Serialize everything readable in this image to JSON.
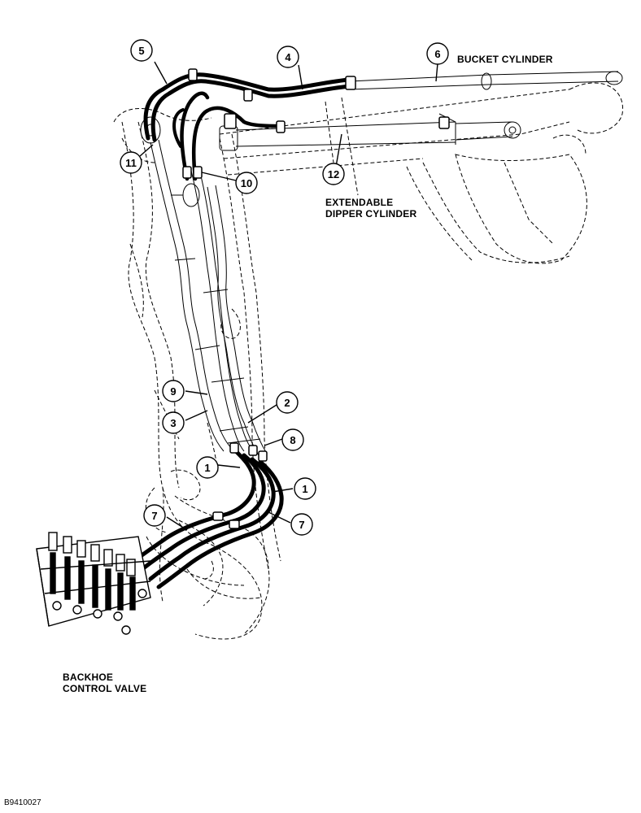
{
  "labels": {
    "bucket_cylinder": "BUCKET CYLINDER",
    "extendable_line1": "EXTENDABLE",
    "extendable_line2": "DIPPER CYLINDER",
    "control_line1": "BACKHOE",
    "control_line2": "CONTROL VALVE"
  },
  "figure_id": "B9410027",
  "callouts": [
    "1",
    "1",
    "2",
    "3",
    "4",
    "5",
    "6",
    "7",
    "7",
    "8",
    "9",
    "10",
    "11",
    "12"
  ],
  "colors": {
    "line": "#000000",
    "background": "#ffffff"
  }
}
